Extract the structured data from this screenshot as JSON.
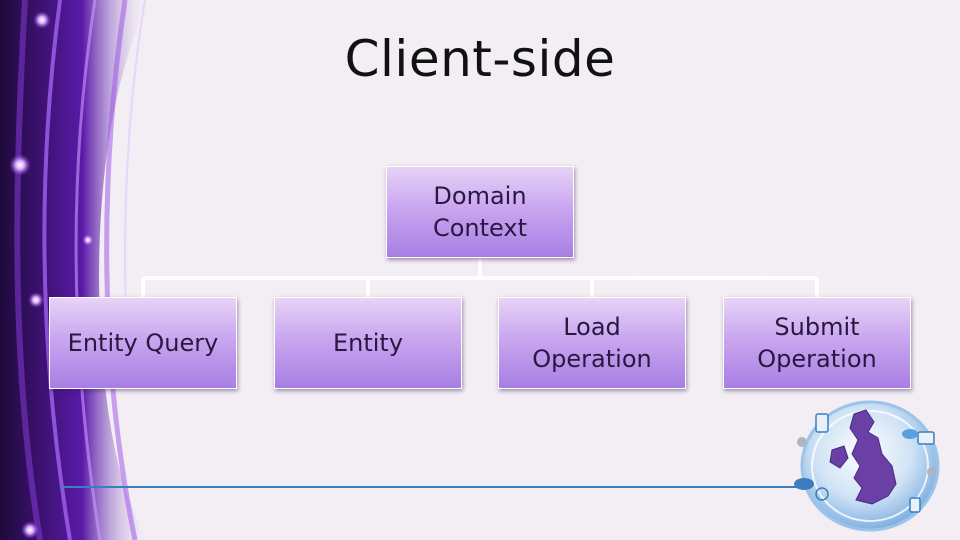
{
  "slide": {
    "title": "Client-side"
  },
  "diagram": {
    "root": {
      "label": "Domain Context"
    },
    "children": [
      {
        "label": "Entity Query"
      },
      {
        "label": "Entity"
      },
      {
        "label": "Load Operation"
      },
      {
        "label": "Submit Operation"
      }
    ]
  },
  "colors": {
    "node_top": "#e7d3f7",
    "node_bottom": "#a87ee4",
    "node_text": "#2a1840",
    "connector": "#ffffff",
    "baseline": "#3a7ec0",
    "decor_purple": "#7b2fd0"
  }
}
